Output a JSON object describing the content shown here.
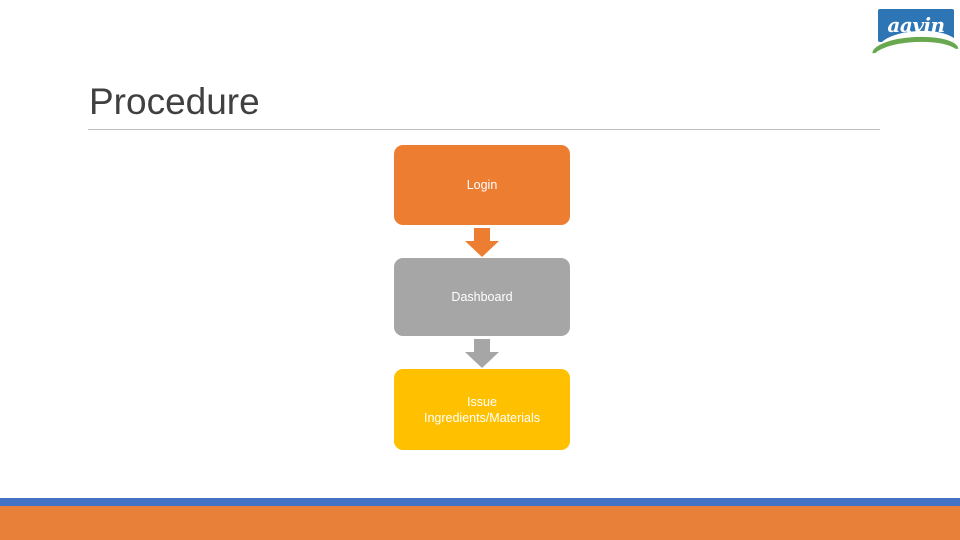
{
  "slide": {
    "title": "Procedure",
    "background_color": "#FFFFFF"
  },
  "brand": {
    "name": "aavin",
    "plate_color": "#2E75B6",
    "swoosh_color": "#6AA84F"
  },
  "flow": {
    "type": "vertical-flowchart",
    "steps": [
      {
        "label": "Login",
        "color": "#ED7D31",
        "text_color": "#FFFFFF"
      },
      {
        "label": "Dashboard",
        "color": "#A6A6A6",
        "text_color": "#FFFFFF"
      },
      {
        "label": "Issue\nIngredients/Materials",
        "color": "#FFC000",
        "text_color": "#FFFFFF"
      }
    ],
    "connectors": [
      {
        "direction": "down",
        "color": "#ED7D31"
      },
      {
        "direction": "down",
        "color": "#A6A6A6"
      }
    ]
  },
  "footer": {
    "accent_color": "#4472C4",
    "band_color": "#E8803A"
  }
}
